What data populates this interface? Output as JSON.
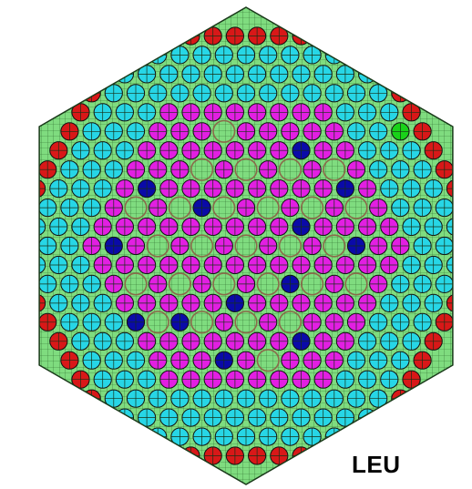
{
  "label": "LEU",
  "colors": {
    "background": "#7fdc7f",
    "outline": "#1a3a1a",
    "mesh": "#2e6b2e",
    "outer_ring": "#d81818",
    "inner_ring": "#27d6e6",
    "core": "#e21fe2",
    "absorber": "#0a0aa8",
    "special_yellow": "#f1ee10",
    "special_green": "#19d219",
    "empty_ring": "#8a6a4a"
  },
  "lattice": {
    "rings": 11,
    "outer_ring_type": "outer_ring",
    "inner_band_rings": [
      8,
      9,
      10
    ],
    "inner_band_type": "inner_ring",
    "core_type": "core",
    "empty_positions": [
      [
        0,
        0
      ],
      [
        2,
        0
      ],
      [
        0,
        2
      ],
      [
        -2,
        2
      ],
      [
        -2,
        0
      ],
      [
        0,
        -2
      ],
      [
        2,
        -2
      ],
      [
        4,
        -2
      ],
      [
        2,
        2
      ],
      [
        -2,
        4
      ],
      [
        -4,
        2
      ],
      [
        -2,
        -2
      ],
      [
        2,
        -4
      ],
      [
        4,
        0
      ],
      [
        0,
        4
      ],
      [
        -4,
        4
      ],
      [
        -4,
        0
      ],
      [
        0,
        -4
      ],
      [
        4,
        -4
      ],
      [
        6,
        -4
      ],
      [
        4,
        2
      ],
      [
        -2,
        6
      ],
      [
        -6,
        4
      ],
      [
        -4,
        -2
      ],
      [
        2,
        -6
      ],
      [
        6,
        -2
      ],
      [
        -6,
        2
      ]
    ],
    "absorber_positions": [
      [
        -4,
        -5
      ],
      [
        5,
        -5
      ],
      [
        -5,
        4
      ],
      [
        4,
        5
      ],
      [
        3,
        -1
      ],
      [
        -1,
        -2
      ],
      [
        -2,
        3
      ],
      [
        1,
        2
      ],
      [
        -3,
        -3
      ],
      [
        6,
        -3
      ],
      [
        -6,
        0
      ],
      [
        5,
        0
      ],
      [
        -4,
        6
      ],
      [
        0,
        5
      ],
      [
        -7,
        4
      ]
    ],
    "special": [
      {
        "type": "special_yellow",
        "pos": [
          10,
          0
        ]
      },
      {
        "type": "special_green",
        "pos": [
          10,
          -6
        ]
      }
    ]
  }
}
